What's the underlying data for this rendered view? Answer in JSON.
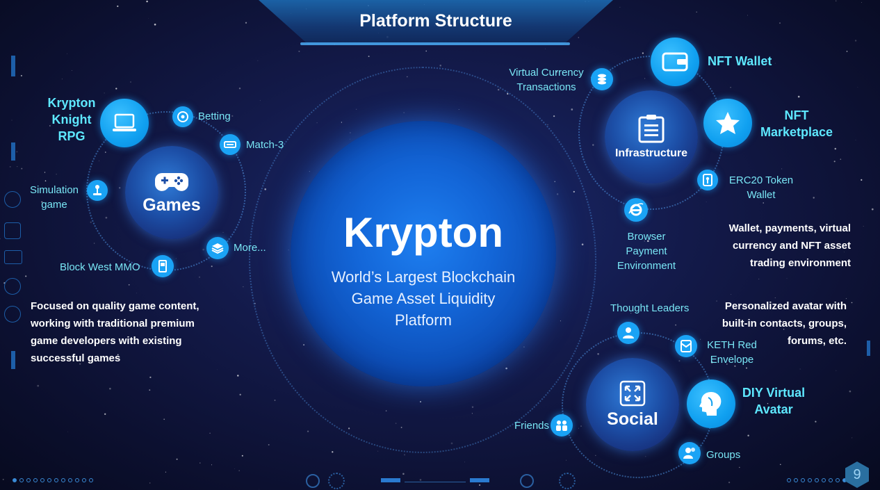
{
  "header": {
    "title": "Platform Structure"
  },
  "center": {
    "title": "Krypton",
    "subtitle_lines": [
      "World’s Largest Blockchain",
      "Game Asset Liquidity",
      "Platform"
    ]
  },
  "games": {
    "hub_label": "Games",
    "feature": [
      "Krypton",
      "Knight",
      "RPG"
    ],
    "items": {
      "betting": "Betting",
      "match3": "Match-3",
      "simulation": [
        "Simulation",
        "game"
      ],
      "more": "More...",
      "block_west": "Block West MMO"
    },
    "description": [
      "Focused on quality game content,",
      "working with traditional premium",
      "game developers with existing",
      "successful games"
    ]
  },
  "infrastructure": {
    "hub_label": "Infrastructure",
    "nft_wallet": "NFT Wallet",
    "nft_marketplace": [
      "NFT",
      "Marketplace"
    ],
    "items": {
      "virtual_currency": [
        "Virtual Currency",
        "Transactions"
      ],
      "erc20": [
        "ERC20 Token",
        "Wallet"
      ],
      "browser": [
        "Browser",
        "Payment",
        "Environment"
      ]
    },
    "description": [
      "Wallet, payments, virtual",
      "currency and NFT asset",
      "trading environment"
    ]
  },
  "social": {
    "hub_label": "Social",
    "diy_avatar": [
      "DIY Virtual",
      "Avatar"
    ],
    "items": {
      "thought_leaders": "Thought Leaders",
      "keth": [
        "KETH Red",
        "Envelope"
      ],
      "friends": "Friends",
      "groups": "Groups"
    },
    "description": [
      "Personalized avatar with",
      "built-in contacts, groups,",
      "forums, etc."
    ]
  },
  "page_number": "9",
  "colors": {
    "accent": "#1aa3f5",
    "label": "#79e6f5",
    "feature": "#5ee8ff"
  }
}
